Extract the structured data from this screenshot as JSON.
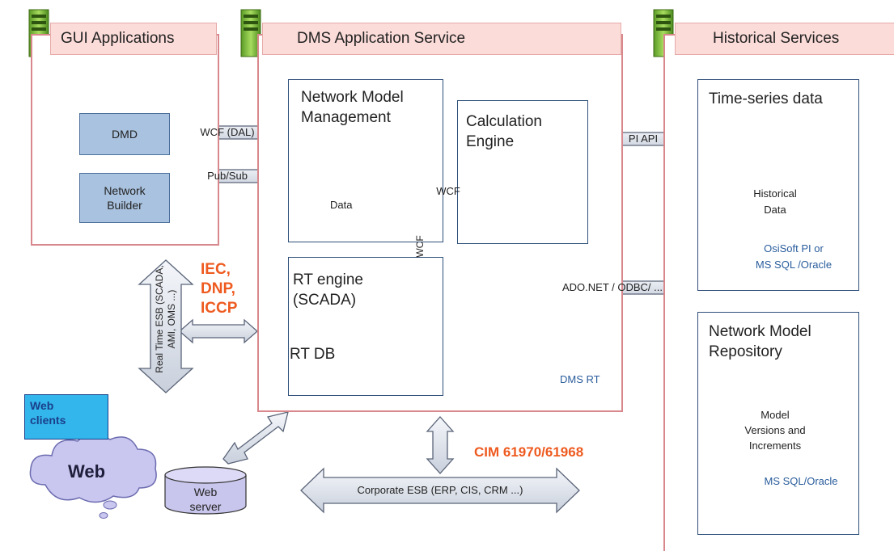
{
  "panels": {
    "gui": {
      "title": "GUI Applications",
      "dmd": "DMD",
      "builder_l1": "Network",
      "builder_l2": "Builder"
    },
    "dms": {
      "title": "DMS Application Service",
      "nmm_l1": "Network Model",
      "nmm_l2": "Management",
      "data": "Data",
      "calc_l1": "Calculation",
      "calc_l2": "Engine",
      "rt_l1": "RT engine",
      "rt_l2": "(SCADA)",
      "rtdb": "RT DB",
      "dmsrt": "DMS RT"
    },
    "hist": {
      "title": "Historical Services",
      "ts": "Time-series data",
      "hd_l1": "Historical",
      "hd_l2": "Data",
      "pi_l1": "OsiSoft PI or",
      "pi_l2": "MS SQL /Oracle",
      "repo_l1": "Network Model",
      "repo_l2": "Repository",
      "mv_l1": "Model",
      "mv_l2": "Versions and",
      "mv_l3": "Increments",
      "mssql": "MS SQL/Oracle"
    }
  },
  "arrows": {
    "wcf_dal": "WCF (DAL)",
    "pubsub": "Pub/Sub",
    "wcf_h": "WCF",
    "wcf_v": "WCF",
    "pi_api": "PI API",
    "ado": "ADO.NET / ODBC/ ...",
    "esb_l1": "Real Time ESB (SCADA,",
    "esb_l2": "AMI, OMS ...)",
    "corp": "Corporate ESB (ERP, CIS, CRM ...)"
  },
  "protocols": {
    "l1": "IEC,",
    "l2": "DNP,",
    "l3": "ICCP",
    "cim": "CIM 61970/61968"
  },
  "web": {
    "clients_l1": "Web",
    "clients_l2": "clients",
    "cloud": "Web",
    "server_l1": "Web",
    "server_l2": "server"
  },
  "colors": {
    "panel_border": "#d8888c",
    "header_fill": "#fbdcd9",
    "box_border": "#2f4f7a",
    "blue_fill": "#a9c2df",
    "arrow_fill": "#e3e7ee",
    "orange": "#ee5a1f",
    "server_green": "#7bbd3a"
  }
}
